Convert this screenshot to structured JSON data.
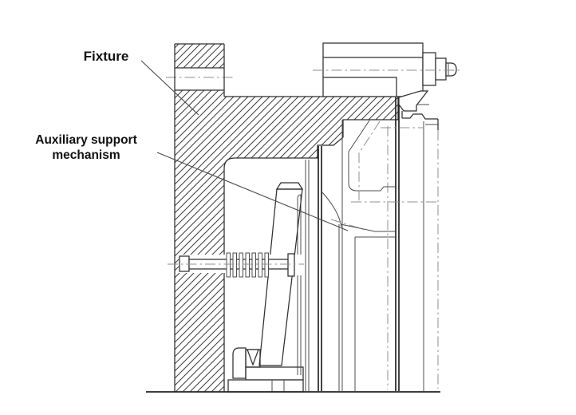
{
  "page": {
    "background": "#ffffff"
  },
  "labels": {
    "fixture": "Fixture",
    "auxiliary_support_line1": "Auxiliary support",
    "auxiliary_support_line2": "mechanism"
  },
  "drawing": {
    "type": "engineering-section-view",
    "parts": [
      "fixture-body",
      "clamp-cylinder",
      "clamp-stud",
      "workpiece",
      "auxiliary-support-wedge",
      "spring-plunger",
      "support-base"
    ],
    "colors": {
      "outline": "#2f2f2f",
      "hatch": "#3c3c3c",
      "centerline": "#8f8f8f",
      "label_text": "#111111"
    }
  }
}
